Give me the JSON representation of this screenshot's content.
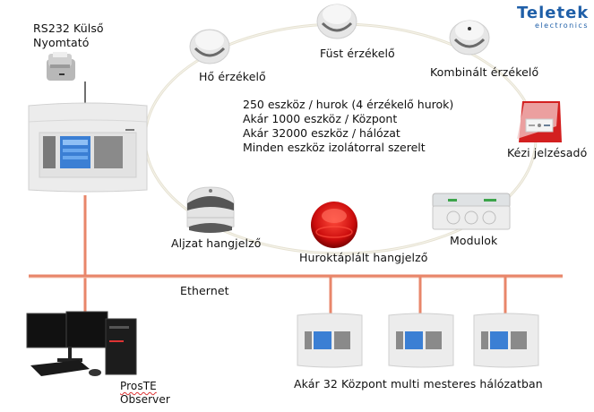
{
  "brand": {
    "name": "Teletek",
    "tagline": "electronics",
    "color": "#1f5fa8"
  },
  "colors": {
    "ethernet": "#e8866a",
    "loop": "#ece9dc",
    "printer_link": "#111111"
  },
  "printer": {
    "label_line1": "RS232 Külső",
    "label_line2": "Nyomtató",
    "icon": "printer-icon"
  },
  "main_panel": {
    "icon": "fire-control-panel-icon"
  },
  "loop_devices": [
    {
      "id": "heat-detector",
      "label": "Hő érzékelő",
      "icon": "heat-detector-icon"
    },
    {
      "id": "smoke-detector",
      "label": "Füst érzékelő",
      "icon": "smoke-detector-icon"
    },
    {
      "id": "combined-detector",
      "label": "Kombinált érzékelő",
      "icon": "combined-detector-icon"
    },
    {
      "id": "manual-call-point",
      "label": "Kézi jelzésadó",
      "icon": "manual-call-point-icon"
    },
    {
      "id": "modules",
      "label": "Modulok",
      "icon": "module-box-icon"
    },
    {
      "id": "loop-sounder",
      "label": "Huroktáplált hangjelző",
      "icon": "loop-powered-sounder-icon"
    },
    {
      "id": "base-sounder",
      "label": "Aljzat hangjelző",
      "icon": "base-sounder-icon"
    }
  ],
  "loop_info": [
    "250 eszköz / hurok (4 érzékelő hurok)",
    "Akár 1000 eszköz / Központ",
    "Akár 32000 eszköz / hálózat",
    "Minden eszköz izolátorral szerelt"
  ],
  "ethernet": {
    "label": "Ethernet"
  },
  "workstation": {
    "label_line1": "ProsTE",
    "label_line2": "Observer",
    "icon": "desktop-computer-icon"
  },
  "network_panels": {
    "count_shown": 3,
    "label": "Akár 32 Központ multi mesteres hálózatban",
    "icon": "fire-control-panel-icon"
  }
}
